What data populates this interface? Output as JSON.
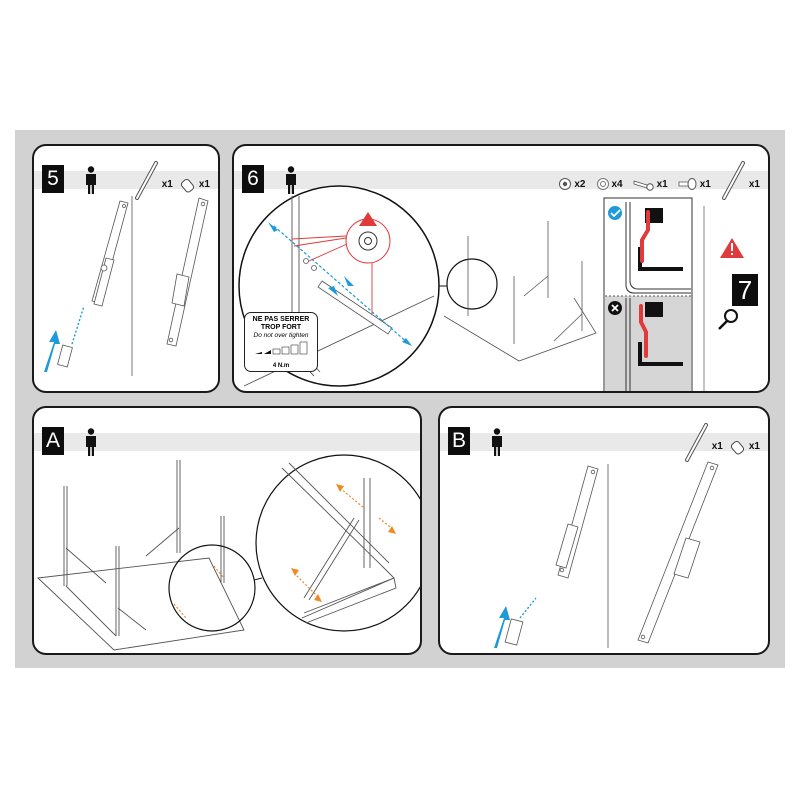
{
  "document": {
    "type": "assembly-instructions",
    "background_color": "#d2d2d2",
    "accent_blue": "#1f9ad6",
    "accent_red": "#e03a3a",
    "accent_orange": "#f08a24"
  },
  "panels": {
    "step5": {
      "number": "5",
      "people_icon": "person-icon",
      "parts": [
        {
          "icon": "rod-icon",
          "qty": "x1"
        },
        {
          "icon": "end-cap-icon",
          "qty": "x1"
        }
      ]
    },
    "step6": {
      "number": "6",
      "people_icon": "person-icon",
      "parts": [
        {
          "icon": "nut-icon",
          "qty": "x2"
        },
        {
          "icon": "washer-icon",
          "qty": "x4"
        },
        {
          "icon": "bolt-icon",
          "qty": "x1"
        },
        {
          "icon": "screw-icon",
          "qty": "x1"
        },
        {
          "icon": "rod-icon",
          "qty": "x1"
        }
      ],
      "torque_label": {
        "line1": "NE PAS SERRER",
        "line2": "TROP FORT",
        "line3": "Do not over tighten",
        "value": "4 N.m"
      },
      "correct_icon": "checkmark-icon",
      "incorrect_icon": "cross-icon",
      "warning_icon": "warning-icon",
      "see_step": "7"
    },
    "stepA": {
      "number": "A",
      "people_icon": "person-icon"
    },
    "stepB": {
      "number": "B",
      "people_icon": "person-icon",
      "parts": [
        {
          "icon": "rod-icon",
          "qty": "x1"
        },
        {
          "icon": "end-cap-icon",
          "qty": "x1"
        }
      ]
    }
  }
}
